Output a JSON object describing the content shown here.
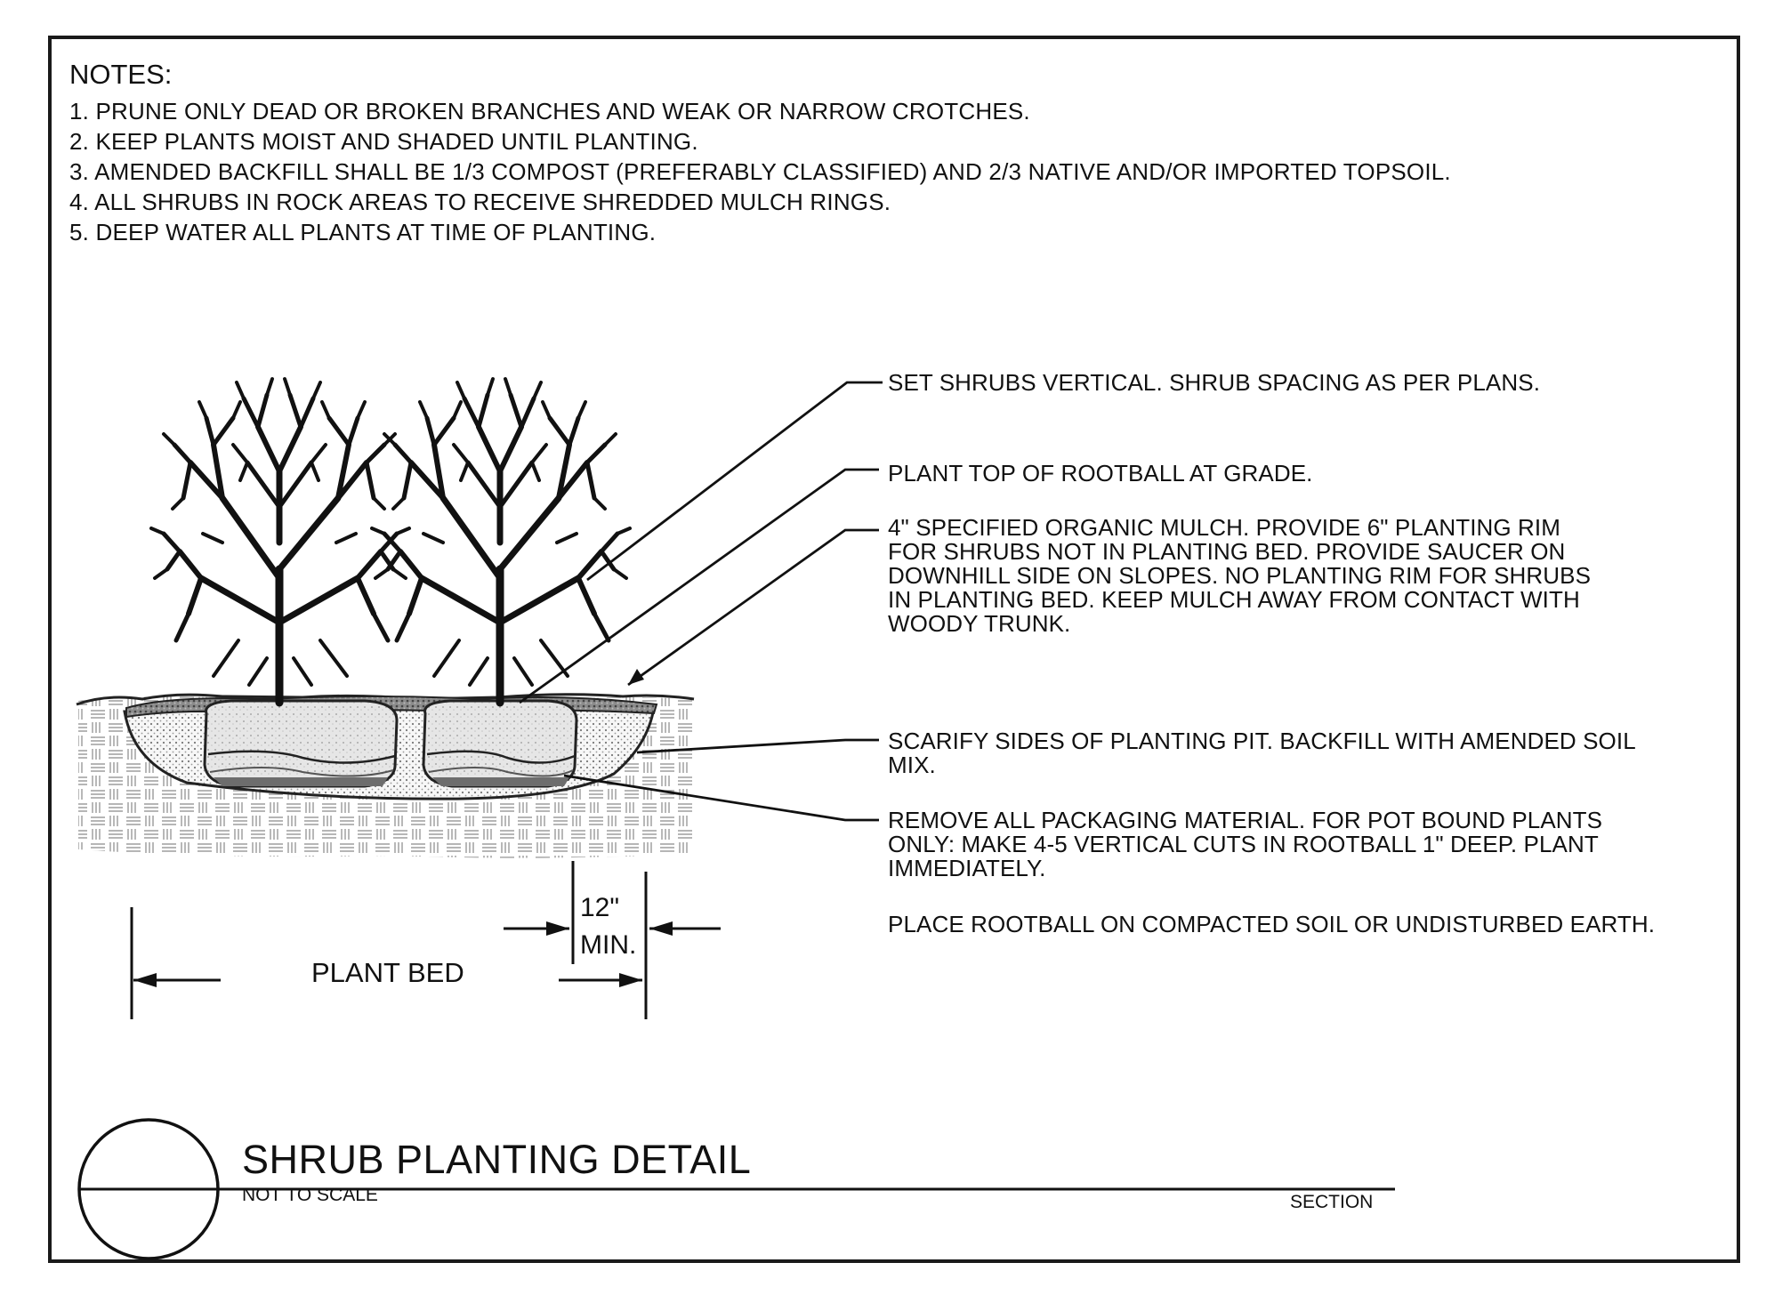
{
  "notes": {
    "title": "NOTES:",
    "items": [
      "1.  PRUNE ONLY DEAD OR BROKEN BRANCHES AND WEAK OR NARROW CROTCHES.",
      "2.  KEEP PLANTS MOIST AND SHADED UNTIL PLANTING.",
      "3.  AMENDED BACKFILL SHALL BE 1/3 COMPOST (PREFERABLY CLASSIFIED) AND 2/3 NATIVE AND/OR IMPORTED TOPSOIL.",
      "4.  ALL SHRUBS IN ROCK AREAS TO RECEIVE SHREDDED MULCH RINGS.",
      "5.  DEEP WATER ALL PLANTS AT TIME OF PLANTING."
    ]
  },
  "callouts": [
    "SET SHRUBS VERTICAL.  SHRUB SPACING AS PER PLANS.",
    "PLANT TOP OF ROOTBALL AT GRADE.",
    "4\" SPECIFIED ORGANIC MULCH.  PROVIDE 6\" PLANTING RIM\nFOR SHRUBS NOT IN PLANTING BED.  PROVIDE SAUCER ON\nDOWNHILL SIDE ON SLOPES.  NO PLANTING RIM FOR SHRUBS\nIN PLANTING BED.  KEEP MULCH AWAY FROM CONTACT WITH\nWOODY TRUNK.",
    "SCARIFY SIDES OF PLANTING PIT.  BACKFILL WITH AMENDED SOIL\nMIX.",
    "REMOVE ALL PACKAGING MATERIAL.  FOR POT BOUND PLANTS\nONLY: MAKE 4-5 VERTICAL CUTS IN ROOTBALL 1\" DEEP.  PLANT\nIMMEDIATELY.",
    "PLACE ROOTBALL ON COMPACTED SOIL OR UNDISTURBED EARTH."
  ],
  "dimensions": {
    "plant_bed": "PLANT BED",
    "min_spacing": "12\"\nMIN."
  },
  "title_block": {
    "title": "SHRUB PLANTING DETAIL",
    "subtitle": "NOT TO SCALE",
    "view": "SECTION"
  }
}
